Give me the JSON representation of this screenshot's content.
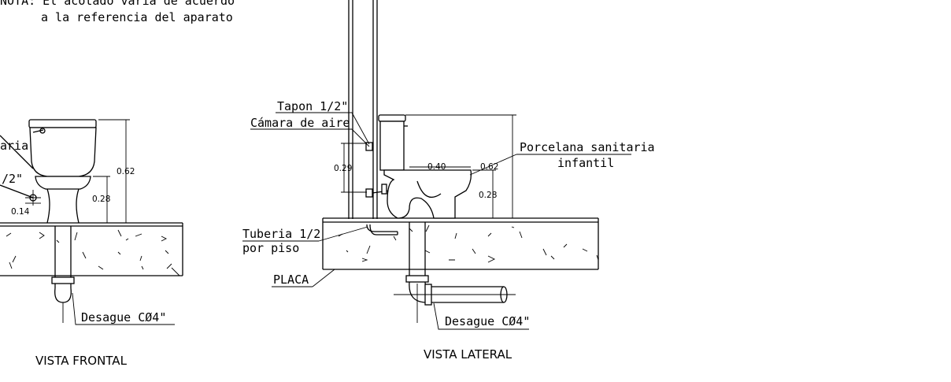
{
  "note": {
    "line1": "NOTA: El acotado varia de acuerdo",
    "line2": "a la referencia del aparato"
  },
  "frontal": {
    "label_porcelana_partial": "aria",
    "label_tapon_partial": "/2\"",
    "dim_total": "0.62",
    "dim_mid": "0.28",
    "dim_small": "0.14",
    "drain_label": "Desague CØ4\"",
    "title": "VISTA FRONTAL"
  },
  "lateral": {
    "label_tapon": "Tapon 1/2\"",
    "label_camara": "Cámara de aire",
    "label_porcelana_1": "Porcelana sanitaria",
    "label_porcelana_2": "infantil",
    "label_tuberia_1": "Tuberia 1/2",
    "label_tuberia_2": "por piso",
    "label_placa": "PLACA",
    "dim_total": "0.62",
    "dim_mid": "0.28",
    "dim_depth": "0.40",
    "dim_pipe": "0.29",
    "drain_label": "Desague CØ4\"",
    "title": "VISTA LATERAL"
  },
  "colors": {
    "ink": "#000000",
    "paper": "#ffffff"
  }
}
